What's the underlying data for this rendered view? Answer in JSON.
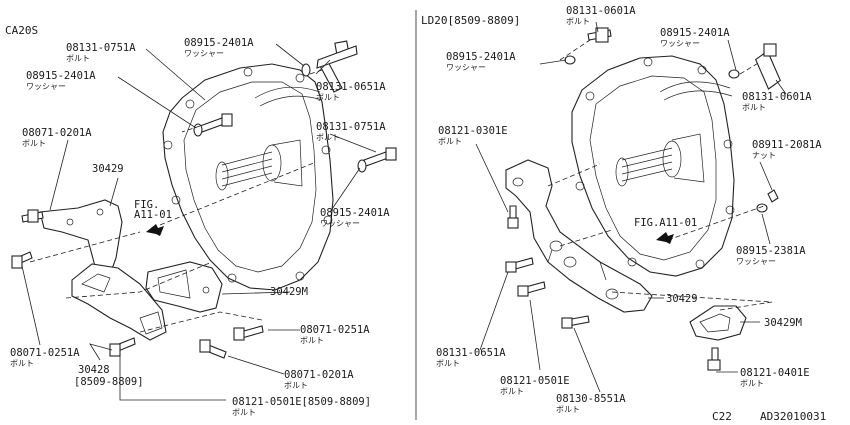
{
  "headers": {
    "left": "CA20S",
    "right": "LD20[8509-8809]"
  },
  "footer": {
    "page": "C22",
    "diagram_id": "AD32010031"
  },
  "labels": {
    "l_08131_0751A_top": {
      "code": "08131-0751A",
      "sub": "ボルト"
    },
    "l_08915_2401A_mid": {
      "code": "08915-2401A",
      "sub": "ワッシャー"
    },
    "l_08915_2401A_top": {
      "code": "08915-2401A",
      "sub": "ワッシャー"
    },
    "l_08131_0651A": {
      "code": "08131-0651A",
      "sub": "ボルト"
    },
    "l_08131_0751A_right": {
      "code": "08131-0751A",
      "sub": "ボルト"
    },
    "l_08071_0201A_left": {
      "code": "08071-0201A",
      "sub": "ボルト"
    },
    "l_30429_left": {
      "code": "30429",
      "sub": ""
    },
    "l_fig_left": {
      "code": "FIG.",
      "sub": ""
    },
    "l_fig_left2": {
      "code": "A11-01",
      "sub": ""
    },
    "l_08915_2401A_low": {
      "code": "08915-2401A",
      "sub": "ワッシャー"
    },
    "l_30429M_left": {
      "code": "30429M",
      "sub": ""
    },
    "l_08071_0251A_right": {
      "code": "08071-0251A",
      "sub": "ボルト"
    },
    "l_08071_0251A_left": {
      "code": "08071-0251A",
      "sub": "ボルト"
    },
    "l_08071_0201A_low": {
      "code": "08071-0201A",
      "sub": "ボルト"
    },
    "l_30428": {
      "code": "30428",
      "sub": ""
    },
    "l_30428_range": {
      "code": "[8509-8809]",
      "sub": ""
    },
    "l_08121_0501E_left": {
      "code": "08121-0501E[8509-8809]",
      "sub": "ボルト"
    },
    "r_08131_0601A_top": {
      "code": "08131-0601A",
      "sub": "ボルト"
    },
    "r_08915_2401A_left": {
      "code": "08915-2401A",
      "sub": "ワッシャー"
    },
    "r_08915_2401A_right": {
      "code": "08915-2401A",
      "sub": "ワッシャー"
    },
    "r_08131_0601A_right": {
      "code": "08131-0601A",
      "sub": "ボルト"
    },
    "r_08121_0301E": {
      "code": "08121-0301E",
      "sub": "ボルト"
    },
    "r_08911_2081A": {
      "code": "08911-2081A",
      "sub": "ナット"
    },
    "r_fig": {
      "code": "FIG.A11-01",
      "sub": ""
    },
    "r_08915_2381A": {
      "code": "08915-2381A",
      "sub": "ワッシャー"
    },
    "r_30429": {
      "code": "30429",
      "sub": ""
    },
    "r_30429M": {
      "code": "30429M",
      "sub": ""
    },
    "r_08131_0651A": {
      "code": "08131-0651A",
      "sub": "ボルト"
    },
    "r_08121_0501E": {
      "code": "08121-0501E",
      "sub": "ボルト"
    },
    "r_08130_8551A": {
      "code": "08130-8551A",
      "sub": "ボルト"
    },
    "r_08121_0401E": {
      "code": "08121-0401E",
      "sub": "ボルト"
    }
  }
}
